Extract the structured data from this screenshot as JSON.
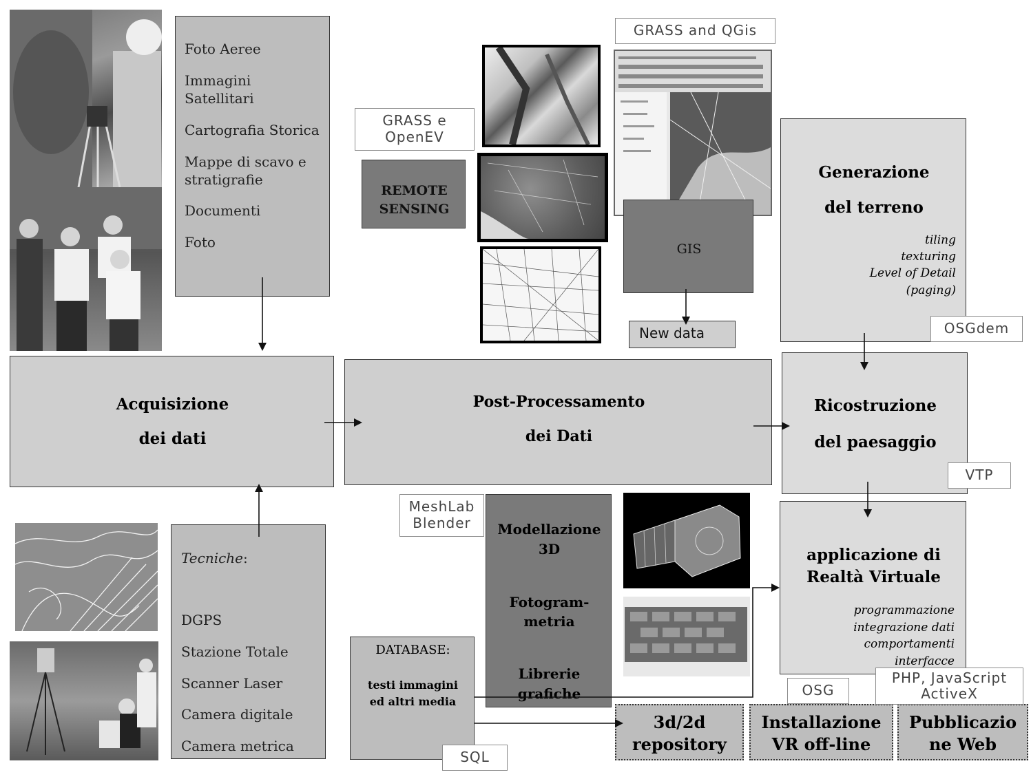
{
  "sources": {
    "items": [
      "Foto Aeree",
      "Immagini",
      "Satellitari",
      "Cartografia Storica",
      "Mappe di scavo e",
      "stratigrafie",
      "Documenti",
      "Foto"
    ]
  },
  "tecniche": {
    "title": "Tecniche",
    "colon": ":",
    "items": [
      "DGPS",
      "Stazione Totale",
      "Scanner Laser",
      "Camera digitale",
      "Camera metrica"
    ]
  },
  "acquisizione": {
    "line1": "Acquisizione",
    "line2": "dei dati"
  },
  "post": {
    "line1": "Post-Processamento",
    "line2": "dei Dati"
  },
  "remote": {
    "tag_line1": "GRASS e",
    "tag_line2": "OpenEV",
    "line1": "REMOTE",
    "line2": "SENSING"
  },
  "gis": {
    "tag": "GRASS and QGis",
    "label": "GIS",
    "new_data": "New data"
  },
  "terreno": {
    "line1": "Generazione",
    "line2": "del terreno",
    "details": [
      "tiling",
      "texturing",
      "Level of Detail",
      "(paging)"
    ],
    "tag": "OSGdem"
  },
  "ricostruzione": {
    "line1": "Ricostruzione",
    "line2": "del paesaggio",
    "tag": "VTP"
  },
  "modellazione": {
    "tag_line1": "MeshLab",
    "tag_line2": "Blender",
    "items": [
      "Modellazione",
      "3D",
      "Fotogram-",
      "metria",
      "Librerie",
      "grafiche"
    ]
  },
  "vr": {
    "line1": "applicazione di",
    "line2": "Realtà Virtuale",
    "details": [
      "programmazione",
      "integrazione dati",
      "comportamenti",
      "interfacce"
    ]
  },
  "database": {
    "title": "DATABASE:",
    "line1": "testi immagini",
    "line2": "ed altri media",
    "tag": "SQL"
  },
  "outputs": {
    "repository": [
      "3d/2d",
      "repository"
    ],
    "installazione": [
      "Installazione",
      "VR off-line"
    ],
    "pubblicazione": [
      "Pubblicazio",
      "ne Web"
    ],
    "osg_tag": "OSG",
    "php_tag_line1": "PHP, JavaScript",
    "php_tag_line2": "ActiveX"
  },
  "colors": {
    "box_light": "#cfcfcf",
    "box_mid": "#bdbdbd",
    "box_dark": "#7a7a7a",
    "line": "#111111"
  }
}
